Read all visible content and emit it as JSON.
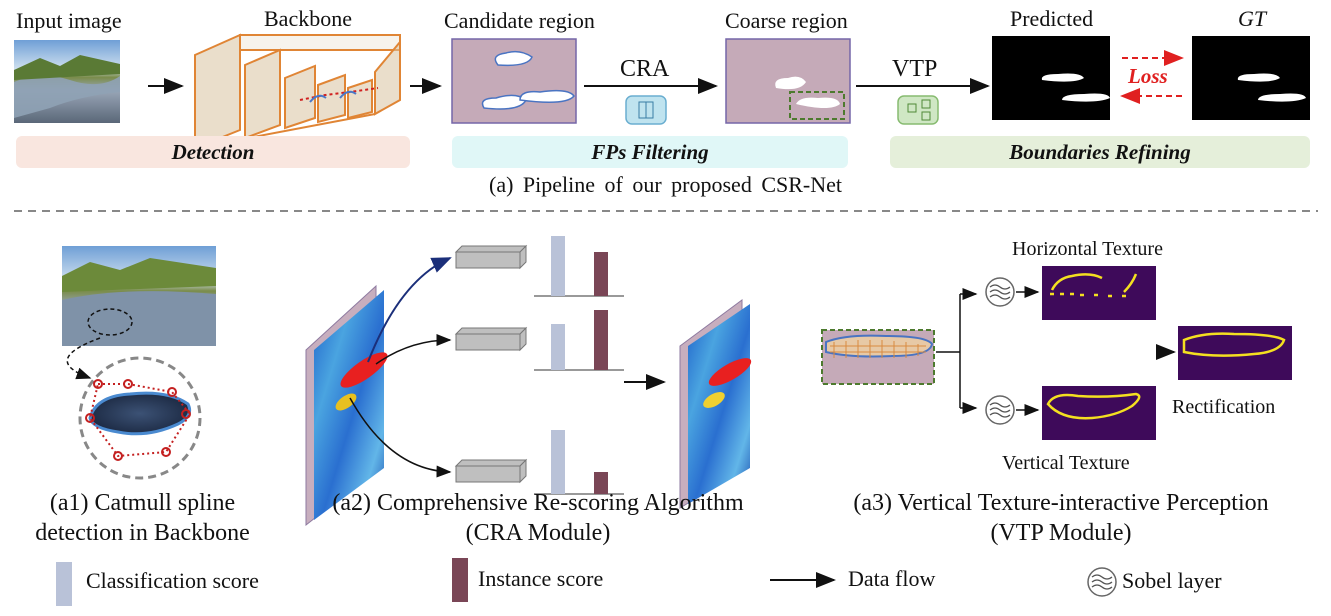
{
  "top": {
    "input_label": "Input image",
    "backbone_label": "Backbone",
    "candidate_label": "Candidate region",
    "coarse_label": "Coarse region",
    "predicted_label": "Predicted",
    "gt_label": "GT",
    "cra_label": "CRA",
    "vtp_label": "VTP",
    "loss_label": "Loss",
    "stage_detection": "Detection",
    "stage_fps": "FPs Filtering",
    "stage_boundaries": "Boundaries Refining",
    "caption": "(a) Pipeline of our proposed CSR-Net"
  },
  "panels": {
    "a1_caption_line1": "(a1) Catmull spline",
    "a1_caption_line2": "detection in Backbone",
    "a2_caption_line1": "(a2) Comprehensive Re-scoring Algorithm",
    "a2_caption_line2": "(CRA Module)",
    "a3_caption_line1": "(a3) Vertical Texture-interactive Perception",
    "a3_caption_line2": "(VTP Module)",
    "horizontal_texture": "Horizontal Texture",
    "vertical_texture": "Vertical Texture",
    "rectification": "Rectification"
  },
  "legend": {
    "classification": "Classification score",
    "instance": "Instance score",
    "data_flow": "Data flow",
    "sobel": "Sobel layer"
  },
  "colors": {
    "detection_bg": "#f9e6df",
    "fps_bg": "#e0f7f7",
    "boundaries_bg": "#e5efda",
    "a1_bg": "#fbe5dc",
    "a1_border": "#f0a878",
    "a2_bg": "#d7e8f2",
    "a2_border": "#8fbad0",
    "a3_bg": "#e3eed8",
    "a3_border": "#9cbf7f",
    "classification_bar": "#b9c2d8",
    "instance_bar": "#7a4656",
    "backbone": "#e08535",
    "loss": "#e02020"
  }
}
